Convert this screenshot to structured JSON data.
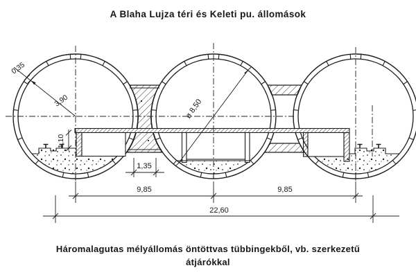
{
  "title": "A Blaha Lujza téri és Keleti pu. állomások",
  "caption": {
    "line1": "Háromalagutas mélyállomás öntöttvas tübbingekből, vb. szerkezetű",
    "line2": "átjárókkal"
  },
  "drawing": {
    "description": "Cross-section of a three-tube deep metro station with cast-iron tubbing rings and reinforced concrete passageways",
    "dimensions": {
      "lining_thickness": "0,35",
      "tube_radius": "3,90",
      "tube_inner_diameter": "ø 8,50",
      "platform_height": "1,10",
      "passage_width": "1,35",
      "tube_axis_spacing_left": "9,85",
      "tube_axis_spacing_right": "9,85",
      "overall_width": "22,60"
    },
    "colors": {
      "ink": "#1c1c1c",
      "paper": "#ffffff"
    }
  }
}
